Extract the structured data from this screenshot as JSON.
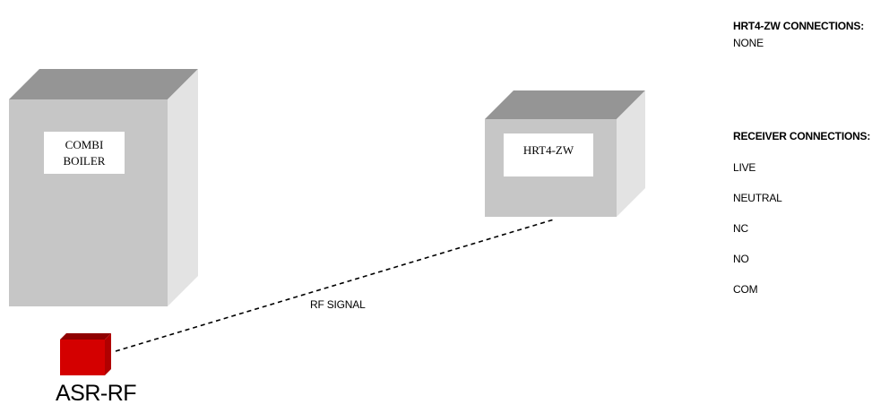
{
  "diagram": {
    "boiler_label": "COMBI\nBOILER",
    "thermostat_label": "HRT4-ZW",
    "receiver_label": "ASR-RF",
    "signal_label": "RF SIGNAL"
  },
  "connections": {
    "thermostat_heading": "HRT4-ZW CONNECTIONS:",
    "thermostat_items": [
      "NONE"
    ],
    "receiver_heading": "RECEIVER CONNECTIONS:",
    "receiver_items": [
      "LIVE",
      "NEUTRAL",
      "NC",
      "NO",
      "COM"
    ]
  },
  "colors": {
    "box_front": "#c6c6c6",
    "box_top": "#959595",
    "box_side": "#e3e3e3",
    "receiver_front": "#d40000",
    "receiver_top": "#8f0000",
    "receiver_side": "#b00000"
  }
}
